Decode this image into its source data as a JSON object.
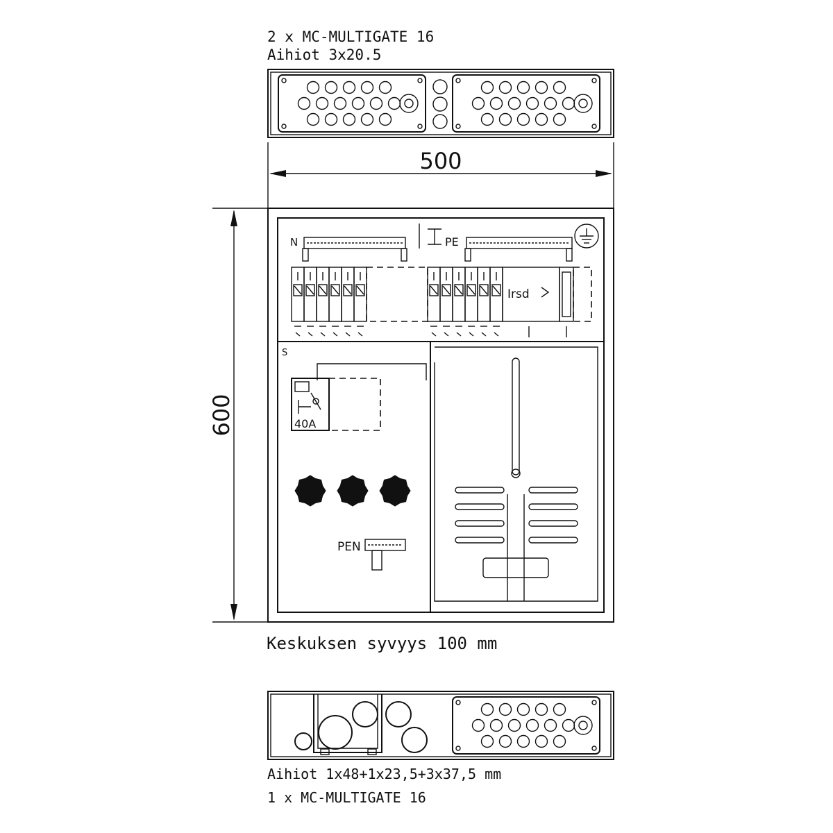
{
  "top_view": {
    "line1": "2 x MC-MULTIGATE 16",
    "line2": "Aihiot 3x20.5"
  },
  "dimensions": {
    "width": "500",
    "height": "600",
    "depth_note": "Keskuksen syvyys 100 mm"
  },
  "panel": {
    "label_n": "N",
    "label_pe": "PE",
    "label_s": "S",
    "breaker_label": "Irsd",
    "switch_label": "40A",
    "pen_label": "PEN"
  },
  "bottom_view": {
    "line1": "Aihiot 1x48+1x23,5+3x37,5 mm",
    "line2": "1 x MC-MULTIGATE 16"
  }
}
